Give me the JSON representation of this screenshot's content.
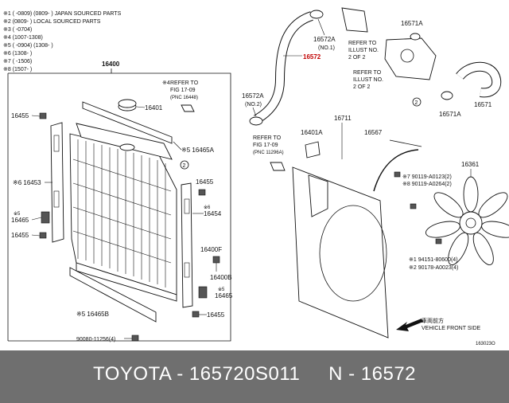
{
  "legend": [
    "※1 (     -0809) (0809-     ) JAPAN SOURCED PARTS",
    "※2 (0809-     ) LOCAL SOURCED PARTS",
    "※3 (     -0704)",
    "※4 (1007-1308)",
    "※5 (     -0904) (1308-     )",
    "※6 (1308-     )",
    "※7 (     -1506)",
    "※8 (1507-     )"
  ],
  "labels": {
    "p16400": "16400",
    "p16401": "16401",
    "p16455_a": "16455",
    "p16453": "※6 16453",
    "p16465_a": "16465",
    "p16465_a_tag": "※5",
    "p16455_b": "16455",
    "p16465a": "※5 16465A",
    "p16455_c": "16455",
    "p16454": "16454",
    "p16454_tag": "※6",
    "p16400f": "16400F",
    "p16400b": "16400B",
    "p16465_b": "16465",
    "p16465_b_tag": "※5",
    "p16455_d": "16455",
    "p16465b": "※5 16465B",
    "bolt": "90080-11256(4)",
    "ref1_tag": "※4",
    "ref1_line1": "REFER TO",
    "ref1_line2": "FIG 17-09",
    "ref1_line3": "(PNC 16448)",
    "ref2_line1": "REFER TO",
    "ref2_line2": "FIG 17-09",
    "ref2_line3": "(PNC 11296A)",
    "p16572a_no1": "16572A",
    "p16572a_no1_sub": "(NO.1)",
    "p16572": "16572",
    "p16572a_no2": "16572A",
    "p16572a_no2_sub": "(NO.2)",
    "refer_illust1_l1": "REFER TO",
    "refer_illust1_l2": "ILLUST NO.",
    "refer_illust1_l3": "2 OF 2",
    "refer_illust2_l1": "REFER TO",
    "refer_illust2_l2": "ILLUST NO.",
    "refer_illust2_l3": "2 OF 2",
    "p16571a_top": "16571A",
    "p16571": "16571",
    "p16571a_bot": "16571A",
    "p16711": "16711",
    "p16401a": "16401A",
    "p16567": "16567",
    "p16361": "16361",
    "screw1": "※7 90119-A0123(2)",
    "screw2": "※8 90119-A0264(2)",
    "fan1": "※1  94151-80600(4)",
    "fan2": "※2  90178-A0023(4)",
    "vehicle_jp": "車両前方",
    "vehicle_en": "VEHICLE FRONT SIDE",
    "fig_no": "163023O",
    "circle2": "2"
  },
  "footer": {
    "text": "TOYOTA - 165720S011     N - 16572"
  }
}
